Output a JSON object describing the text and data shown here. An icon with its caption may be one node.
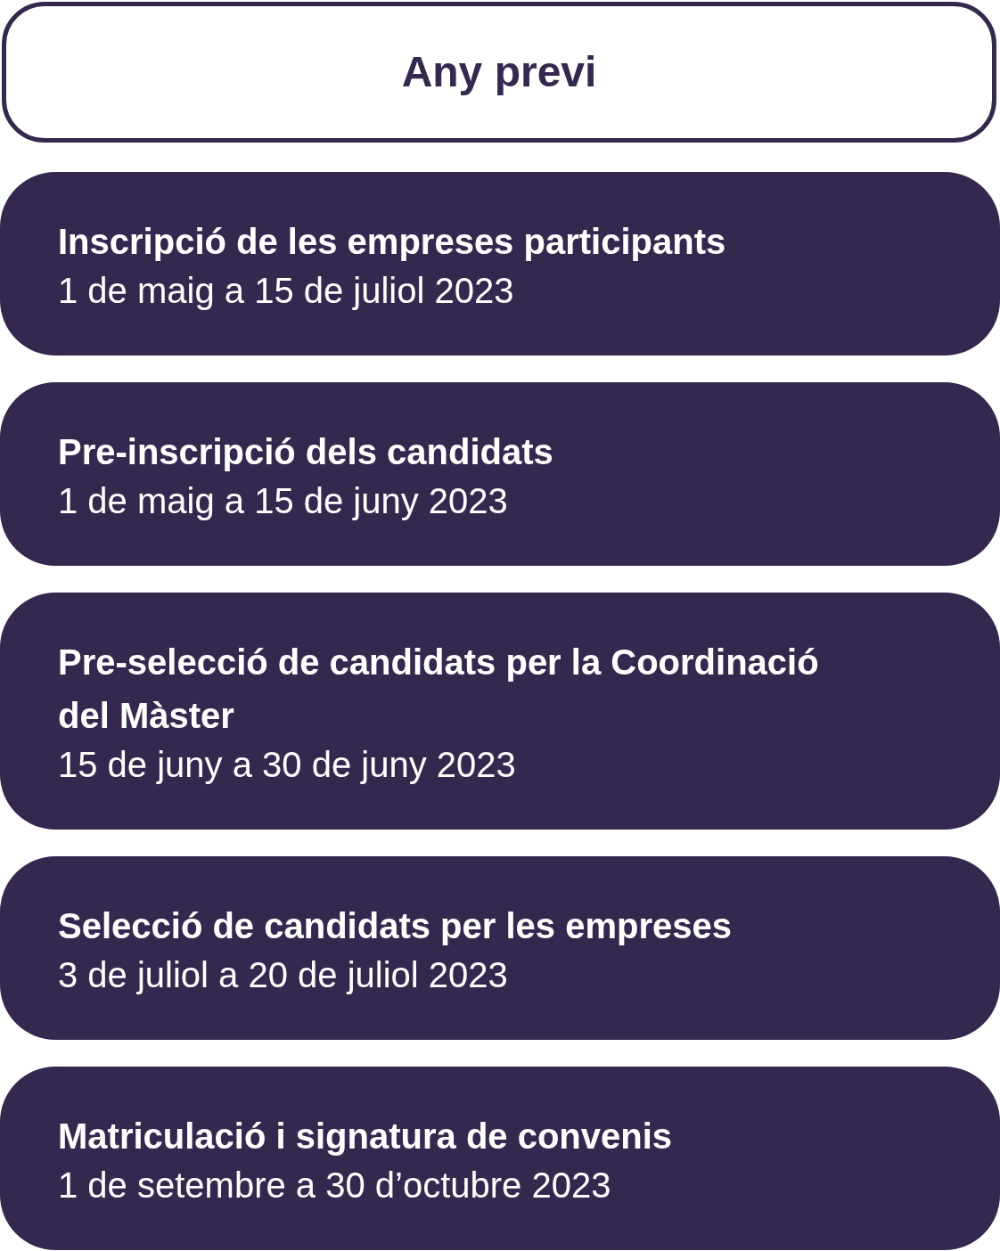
{
  "diagram": {
    "nodes": [
      {
        "text": [
          "Any previ"
        ]
      },
      {
        "text": [
          "Inscripció de les empreses participants",
          "1 de maig a 15 de juliol 2023"
        ]
      },
      {
        "text": [
          "Pre-inscripció dels candidats",
          "1 de maig a 15 de juny 2023"
        ]
      },
      {
        "text": [
          "Pre-selecció de candidats per la Coordinació del Màster",
          "15 de juny a 30 de juny 2023"
        ]
      },
      {
        "text": [
          "Selecció de candidats per les empreses",
          "3 de juliol a 20 de juliol 2023"
        ]
      },
      {
        "text": [
          "Matriculació i signatura de convenis",
          "1 de setembre a 30 d’octubre 2023"
        ]
      }
    ]
  }
}
